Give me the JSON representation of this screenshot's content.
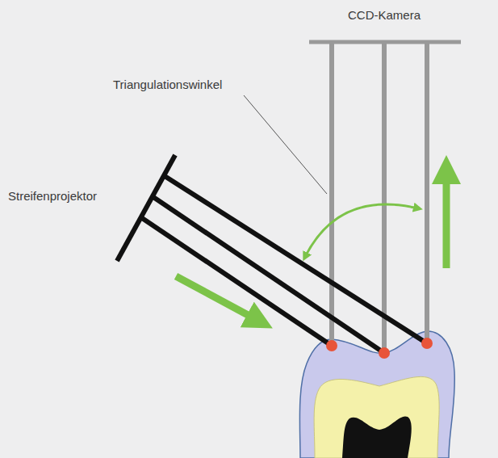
{
  "diagram": {
    "labels": [
      "CCD-Kamera",
      "Triangulationswinkel",
      "Streifenprojektor"
    ]
  }
}
